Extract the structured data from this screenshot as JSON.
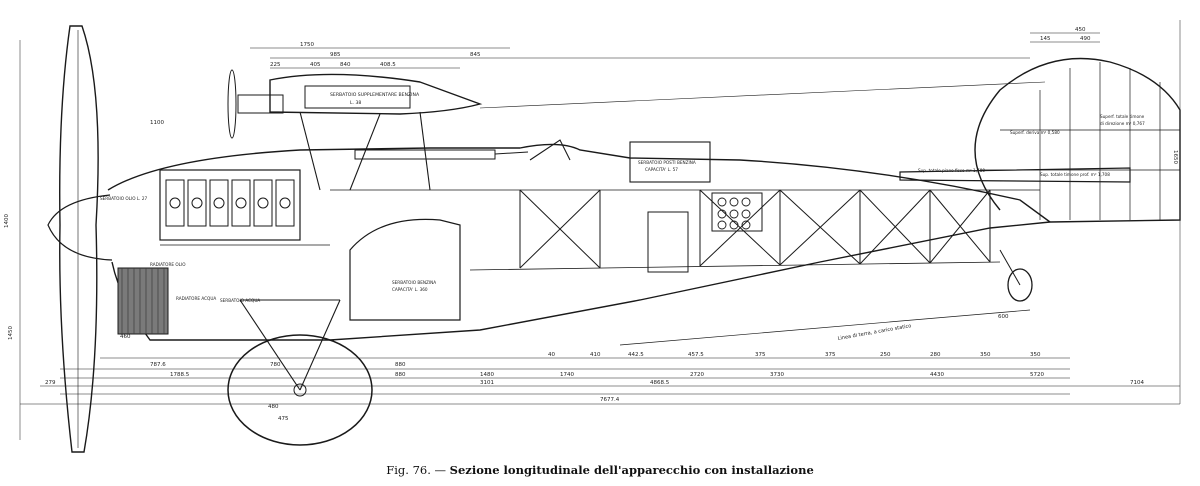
{
  "caption": {
    "figure": "Fig. 76.",
    "dash": "—",
    "title": "Sezione longitudinale dell'apparecchio con installazione"
  },
  "labels": {
    "serbatoio_supplementare": "SERBATOIO SUPPLEMENTARE BENZINA",
    "serbatoio_supplementare_cap": "L. 38",
    "serbatoio_olio": "SERBATOIO OLIO L. 27",
    "radiatore_olio": "RADIATORE OLIO",
    "radiatore_acqua": "RADIATORE ACQUA",
    "serbatoio_acqua": "SERBATOIO ACQUA",
    "serbatoio_benzina": "SERBATOIO BENZINA",
    "serbatoio_benzina_cap": "CAPACITA' L. 360",
    "serbatoio_posti": "SERBATOIO POSTI BENZINA",
    "serbatoio_posti_cap": "CAPACITA' L. 57",
    "linea_terra": "Linea di terra, a carico statico",
    "long_1": "Superf. deriva m² 0,580",
    "long_2": "Superf. totale timone",
    "long_3": "di direzione m² 0,767",
    "cord_1": "Sup. totale piano fisso m² 1,780",
    "cord_2": "Sup. totale timone prof. m² 1,708"
  },
  "dimensions": {
    "top": [
      "1750",
      "985",
      "845",
      "225",
      "840",
      "405",
      "408.5",
      "450",
      "490",
      "145"
    ],
    "bottom_row1": [
      "787.6",
      "780",
      "880",
      "40",
      "410",
      "442.5",
      "457.5",
      "375",
      "375",
      "250",
      "280",
      "350",
      "350"
    ],
    "bottom_row2": [
      "1788.5",
      "880",
      "1480",
      "1740",
      "2720",
      "3730",
      "4430",
      "5720"
    ],
    "bottom_row3": [
      "279",
      "3101",
      "4868.5",
      "7104"
    ],
    "bottom_total": "7677.4",
    "misc": [
      "1400",
      "1650",
      "600",
      "1450",
      "475",
      "480",
      "1100",
      "460"
    ]
  }
}
